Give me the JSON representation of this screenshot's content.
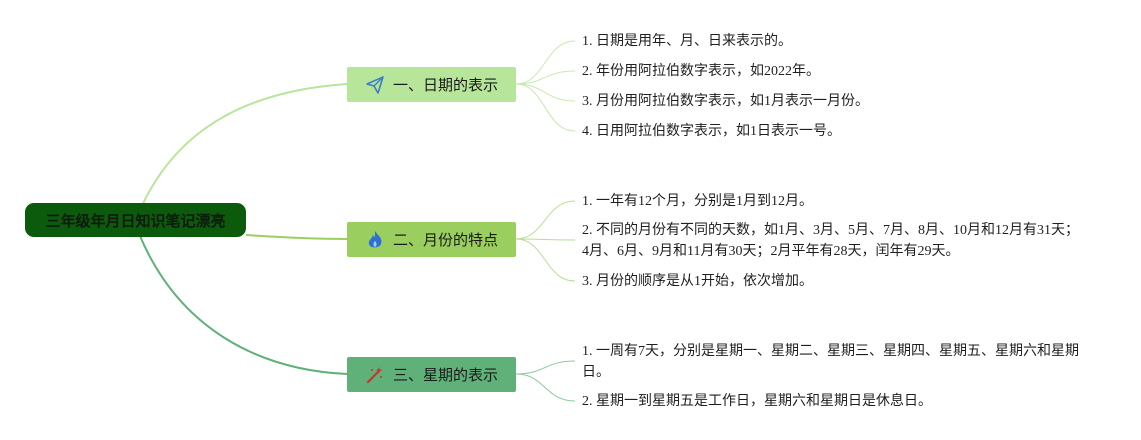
{
  "root": {
    "label": "三年级年月日知识笔记漂亮"
  },
  "branches": [
    {
      "label": "一、日期的表示",
      "icon": "paper-plane-icon",
      "items": [
        "1. 日期是用年、月、日来表示的。",
        "2. 年份用阿拉伯数字表示，如2022年。",
        "3. 月份用阿拉伯数字表示，如1月表示一月份。",
        "4. 日用阿拉伯数字表示，如1日表示一号。"
      ]
    },
    {
      "label": "二、月份的特点",
      "icon": "flame-icon",
      "items": [
        "1. 一年有12个月，分别是1月到12月。",
        "2. 不同的月份有不同的天数，如1月、3月、5月、7月、8月、10月和12月有31天；",
        "4月、6月、9月和11月有30天；2月平年有28天，闰年有29天。",
        "3. 月份的顺序是从1开始，依次增加。"
      ]
    },
    {
      "label": "三、星期的表示",
      "icon": "magic-wand-icon",
      "items": [
        "1. 一周有7天，分别是星期一、星期二、星期三、星期四、星期五、星期六和星期",
        "日。",
        "2. 星期一到星期五是工作日，星期六和星期日是休息日。"
      ]
    }
  ],
  "colors": {
    "root": "#0c5a0c",
    "branch1": "#b7e59a",
    "branch2": "#9acf5f",
    "branch3": "#5fb079"
  }
}
